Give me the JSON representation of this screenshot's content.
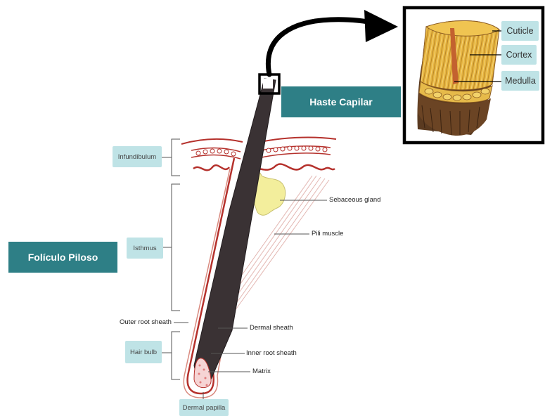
{
  "titles": {
    "haste_capilar": "Haste Capilar",
    "foliculo_piloso": "Folículo Piloso"
  },
  "regions": {
    "infundibulum": "Infundibulum",
    "isthmus": "Isthmus",
    "hair_bulb": "Hair bulb",
    "dermal_papilla": "Dermal papilla"
  },
  "structures": {
    "sebaceous_gland": "Sebaceous gland",
    "pili_muscle": "Pili muscle",
    "outer_root_sheath": "Outer root sheath",
    "dermal_sheath": "Dermal sheath",
    "inner_root_sheath": "Inner root sheath",
    "matrix": "Matrix"
  },
  "shaft_layers": {
    "cuticle": "Cuticle",
    "cortex": "Cortex",
    "medulla": "Medulla"
  },
  "colors": {
    "accent_teal": "#2e7f86",
    "label_bg": "#bfe3e6",
    "hair_shaft": "#3a3234",
    "sheath_red": "#b5312c",
    "sebaceous_yellow": "#f3ee9c",
    "shaft_gold": "#e3b23c"
  }
}
